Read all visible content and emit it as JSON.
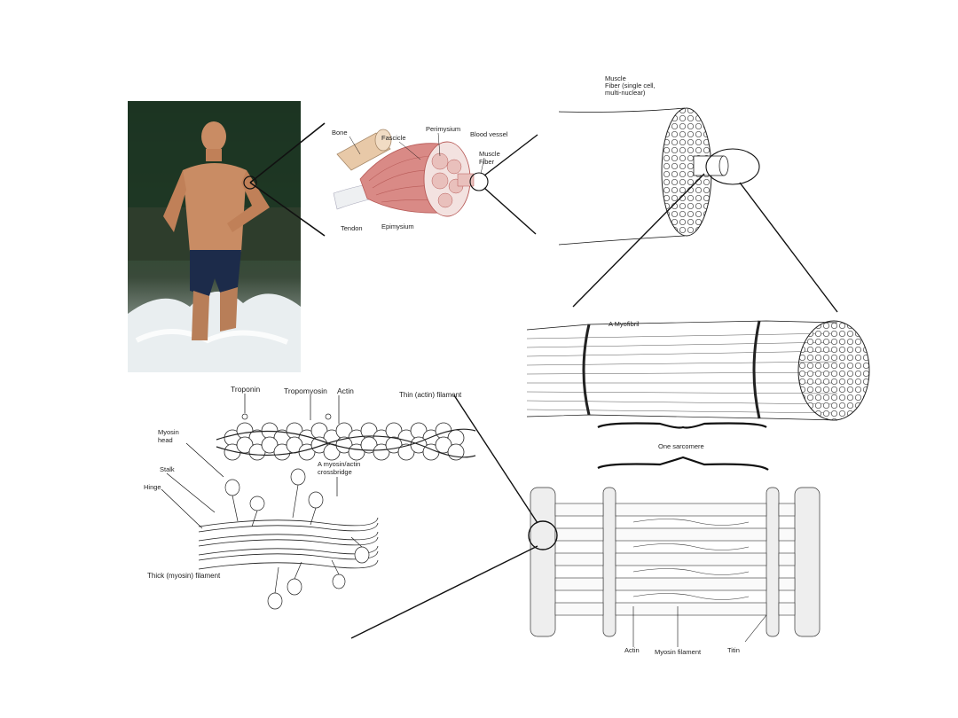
{
  "anatomy": {
    "bone": "Bone",
    "fascicle": "Fascicle",
    "perimysium": "Perimysium",
    "blood_vessel": "Blood vessel",
    "muscle_fiber": [
      "Muscle",
      "Fiber"
    ],
    "tendon": "Tendon",
    "epimysium": "Epimysium"
  },
  "fiber": {
    "label": [
      "Muscle",
      "Fiber (single cell,",
      "multi-nuclear)"
    ]
  },
  "myofibril": {
    "label": "A Myofibril",
    "sarcomere_label": "One sarcomere"
  },
  "sarcomere": {
    "actin": "Actin",
    "myosin_filament": "Myosin filament",
    "titin": "Titin"
  },
  "filaments": {
    "troponin": "Troponin",
    "tropomyosin": "Tropomyosin",
    "actin": "Actin",
    "thin_filament": "Thin (actin) filament",
    "myosin_head": [
      "Myosin",
      "head"
    ],
    "stalk": "Stalk",
    "hinge": "Hinge",
    "crossbridge": [
      "A myosin/actin",
      "crossbridge"
    ],
    "thick_filament": "Thick (myosin) filament"
  },
  "colors": {
    "muscle": "#d98a86",
    "muscle_dark": "#b85b58",
    "bone": "#e8c9a8",
    "water": "#2c3a2e",
    "skin": "#c98c64",
    "shorts": "#1c2b4a"
  }
}
